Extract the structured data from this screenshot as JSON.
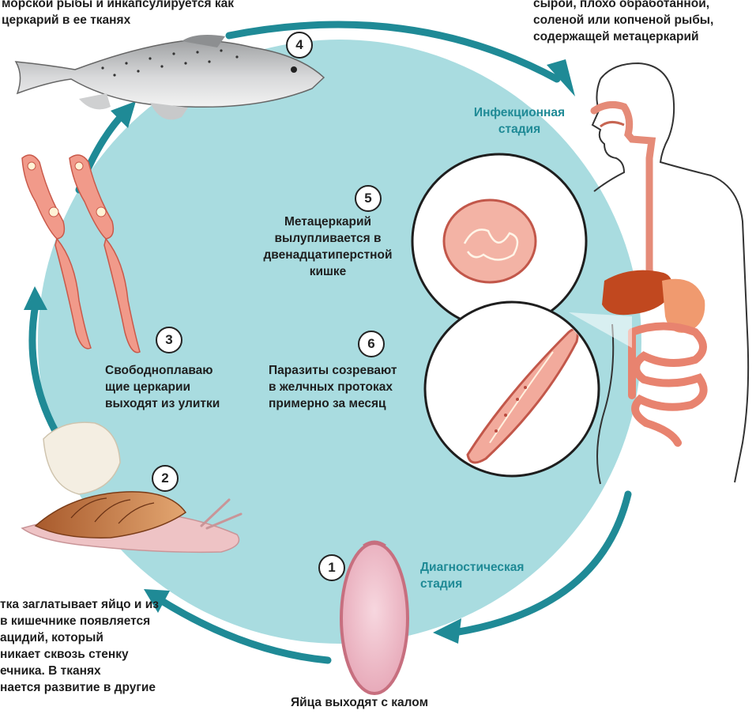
{
  "colors": {
    "cycle_fill": "#a9dce0",
    "arrow": "#1f8a96",
    "label_teal": "#1f8a96"
  },
  "texts": {
    "top_left_caption": "морской рыбы и инкапсулируется как\nцеркарий в ее тканях",
    "top_right_caption": "сырой, плохо обработанной,\nсоленой или копченой рыбы,\nсодержащей метацеркарий",
    "infection_stage": "Инфекционная\nстадия",
    "diagnostic_stage": "Диагностическая\nстадия",
    "step5_caption": "Метацеркарий\nвылупливается в\nдвенадцатиперстной\nкишке",
    "step6_caption": "Паразиты созревают\nв желчных протоках\nпримерно за месяц",
    "step3_caption": "Свободноплаваю\nщие церкарии\nвыходят из улитки",
    "step1_caption": "Яйца выходят с калом",
    "bottom_left_caption": "тка заглатывает яйцо и из\n в кишечнике появляется\nацидий, который\nникает сквозь стенку\nечника. В тканях\nнается развитие в другие"
  },
  "badges": {
    "one": "1",
    "two": "2",
    "three": "3",
    "four": "4",
    "five": "5",
    "six": "6"
  },
  "icons": {
    "fish": "fish-icon",
    "cercaria": "cercaria-icon",
    "snail": "snail-icon",
    "egg": "egg-icon",
    "human": "human-body-icon",
    "metacercaria": "metacercaria-icon",
    "adult_fluke": "adult-fluke-icon"
  }
}
